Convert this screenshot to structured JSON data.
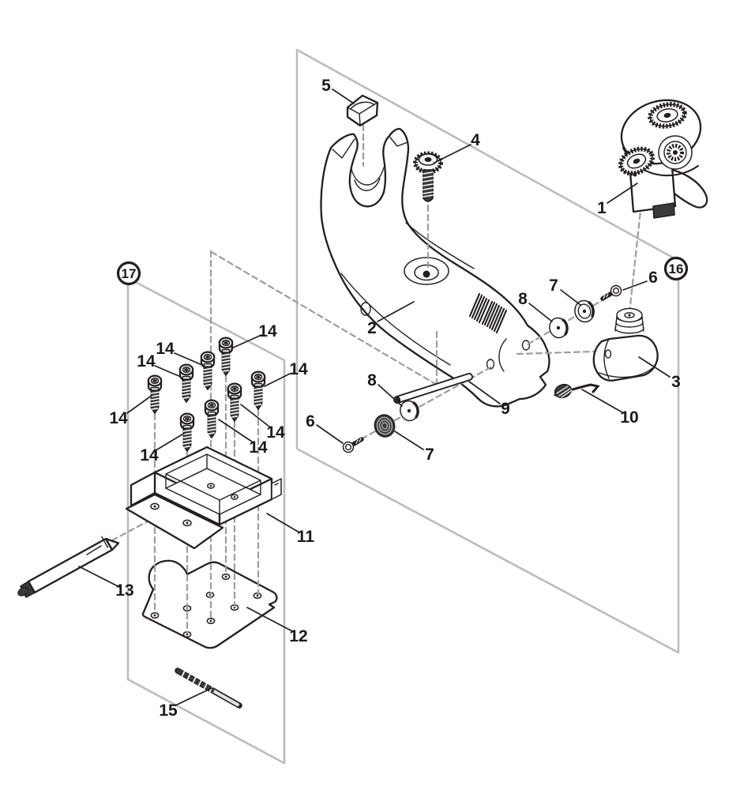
{
  "colors": {
    "background": "#ffffff",
    "line": "#231f20",
    "panel_line": "#bcbcbc",
    "dash_line": "#9d9d9d",
    "dark_fill": "#3a3a3a",
    "label_text": "#1a1a1a"
  },
  "callouts": [
    {
      "text": "5"
    },
    {
      "text": "4"
    },
    {
      "text": "1"
    },
    {
      "text": "17"
    },
    {
      "text": "16"
    },
    {
      "text": "6"
    },
    {
      "text": "7"
    },
    {
      "text": "8"
    },
    {
      "text": "2"
    },
    {
      "text": "3"
    },
    {
      "text": "10"
    },
    {
      "text": "9"
    },
    {
      "text": "8"
    },
    {
      "text": "6"
    },
    {
      "text": "7"
    },
    {
      "text": "14"
    },
    {
      "text": "14"
    },
    {
      "text": "14"
    },
    {
      "text": "14"
    },
    {
      "text": "14"
    },
    {
      "text": "14"
    },
    {
      "text": "14"
    },
    {
      "text": "14"
    },
    {
      "text": "11"
    },
    {
      "text": "12"
    },
    {
      "text": "13"
    },
    {
      "text": "15"
    }
  ]
}
